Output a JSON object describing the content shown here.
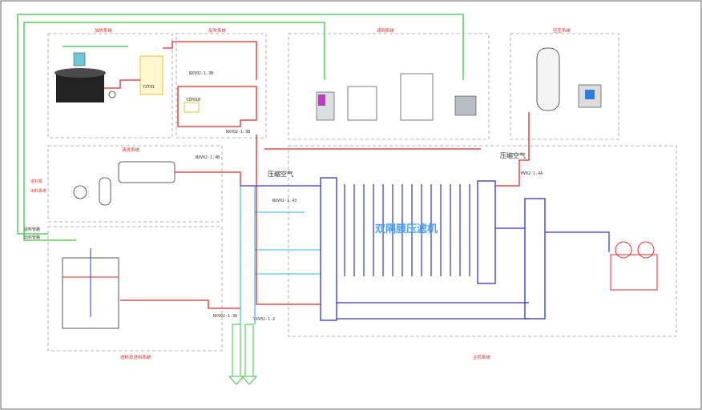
{
  "systems": {
    "heating": "加热系统",
    "backflush": "反吹系统",
    "filtration": "滤网系统",
    "air": "空压系统",
    "wash": "清洗系统",
    "feed": "进料及进料系统",
    "main": "主机系统"
  },
  "filter_title": "双隔膜压滤机",
  "labels": {
    "yzt01": "YZT01",
    "yzp01b": "YZP01B",
    "nxv02_13b_top": "NXV02-1.3B",
    "nxv02_13b_mid": "NXV02-1.3B",
    "nxv02_14b": "NXV02-1.4B",
    "nxv02_43": "NXV02-1.43",
    "nxv02_13b_bot": "NXV02-1.3B",
    "yxv02_12": "YXV02-1.2",
    "hv_02_4a": "HV02-1.4A",
    "comp_air_top": "压缩空气",
    "comp_air_right": "压缩空气",
    "feed_in": "进料管路",
    "feed_out": "出料管路",
    "side_in": "进料泵",
    "side_out": "出料系统"
  }
}
